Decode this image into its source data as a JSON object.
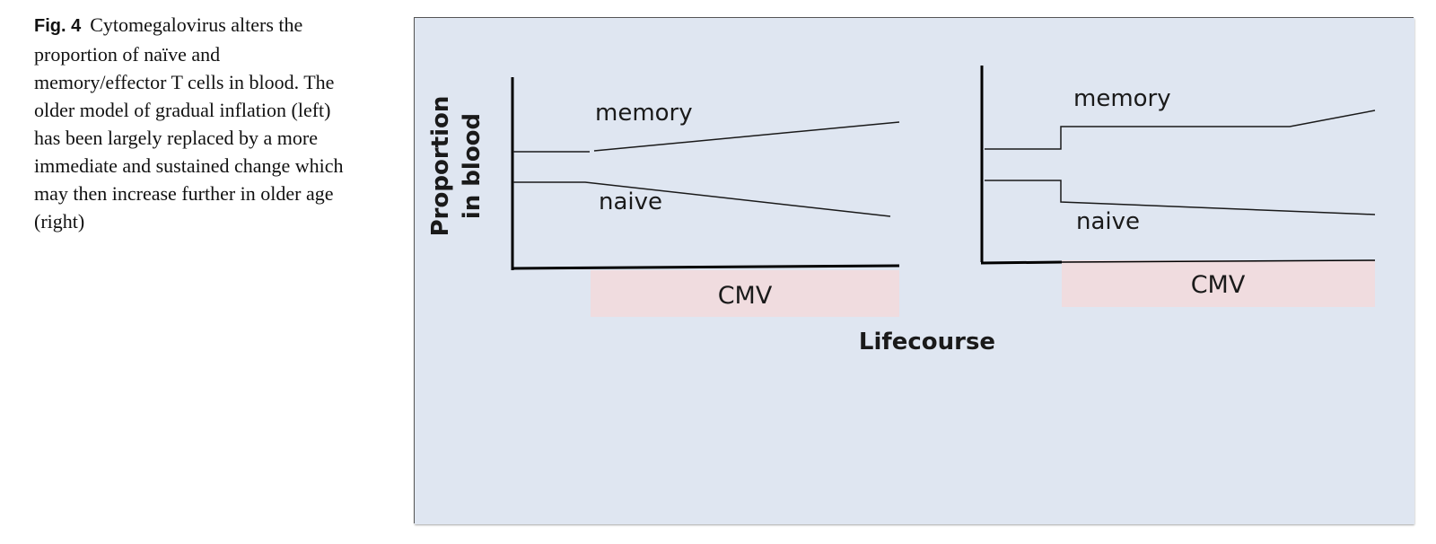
{
  "caption": {
    "label": "Fig. 4",
    "text": "Cytomegalovirus alters the proportion of naïve and memory/effector T cells in blood. The older model of gradual inflation (left) has been largely replaced by a more immediate and sustained change which may then increase further in older age (right)"
  },
  "diagram": {
    "y_axis_label_line1": "Proportion",
    "y_axis_label_line2": "in blood",
    "x_axis_label": "Lifecourse",
    "left_panel": {
      "memory_label": "memory",
      "naive_label": "naive",
      "cmv_label": "CMV"
    },
    "right_panel": {
      "memory_label": "memory",
      "naive_label": "naive",
      "cmv_label": "CMV"
    },
    "colors": {
      "panel_background": "#dfe6f1",
      "cmv_box": "#f0dcdf",
      "axis": "#000000",
      "lines": "#1a1a1a"
    }
  }
}
